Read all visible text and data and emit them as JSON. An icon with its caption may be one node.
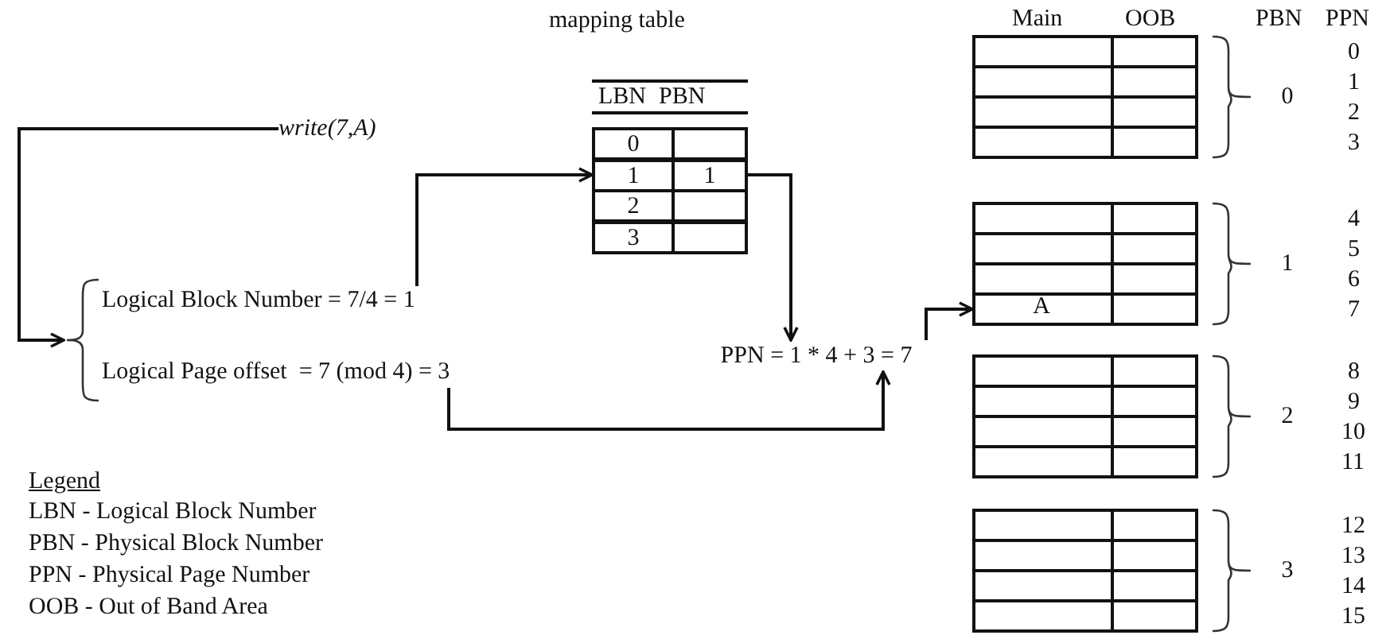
{
  "diagram": {
    "nodes": [
      {
        "text": [
          "write(7,A)"
        ]
      },
      {
        "text": [],
        "shape": "brace"
      },
      {
        "text": [
          "Logical Block Number = 7/4 = 1"
        ]
      },
      {
        "text": [
          "Logical Page offset  = 7 (mod 4) = 3"
        ]
      },
      {
        "text": [
          "0"
        ]
      },
      {
        "text": [
          "1",
          "1"
        ]
      },
      {
        "text": [
          "2"
        ]
      },
      {
        "text": [
          "3"
        ]
      },
      {
        "text": [
          "PPN = 1 * 4 + 3 = 7"
        ]
      },
      {
        "text": [],
        "shape": "box",
        "beside": [
          "0"
        ]
      },
      {
        "text": [],
        "shape": "box",
        "in": 9
      },
      {
        "text": [],
        "shape": "box",
        "in": 9
      },
      {
        "text": [],
        "shape": "box",
        "in": 9
      },
      {
        "text": [],
        "shape": "box",
        "in": 9
      },
      {
        "text": [],
        "shape": "box",
        "beside": [
          "1"
        ]
      },
      {
        "text": [],
        "shape": "box",
        "in": 14
      },
      {
        "text": [],
        "shape": "box",
        "in": 14
      },
      {
        "text": [],
        "shape": "box",
        "in": 14
      },
      {
        "text": [
          "A"
        ],
        "in": 14
      },
      {
        "text": [],
        "shape": "box",
        "beside": [
          "2"
        ]
      },
      {
        "text": [],
        "shape": "box",
        "in": 19
      },
      {
        "text": [],
        "shape": "box",
        "in": 19
      },
      {
        "text": [],
        "shape": "box",
        "in": 19
      },
      {
        "text": [],
        "shape": "box",
        "in": 19
      },
      {
        "text": [],
        "shape": "box",
        "beside": [
          "3"
        ]
      },
      {
        "text": [],
        "shape": "box",
        "in": 24
      },
      {
        "text": [],
        "shape": "box",
        "in": 24
      },
      {
        "text": [],
        "shape": "box",
        "in": 24
      },
      {
        "text": [],
        "shape": "box",
        "in": 24
      }
    ],
    "edges": [
      {
        "from": 0,
        "to": 1,
        "arrow": "to"
      },
      {
        "from": 2,
        "to": 5,
        "arrow": "to"
      },
      {
        "from": 5,
        "to": 8,
        "arrow": "to"
      },
      {
        "from": 3,
        "to": 8,
        "arrow": "to"
      },
      {
        "from": 8,
        "to": 18,
        "arrow": "to"
      }
    ],
    "labels": [
      "mapping table",
      "Main",
      "OOB",
      "PBN",
      "PPN",
      "LBN",
      "PBN",
      "Legend",
      "0",
      "1",
      "2",
      "3",
      "4",
      "5",
      "6",
      "7",
      "8",
      "9",
      "10",
      "11",
      "12",
      "13",
      "14",
      "15"
    ],
    "legend": [
      {
        "text": "LBN - Logical Block Number"
      },
      {
        "text": "PBN - Physical Block Number"
      },
      {
        "text": "PPN - Physical Page Number"
      },
      {
        "text": "OOB - Out of Band Area"
      }
    ]
  }
}
